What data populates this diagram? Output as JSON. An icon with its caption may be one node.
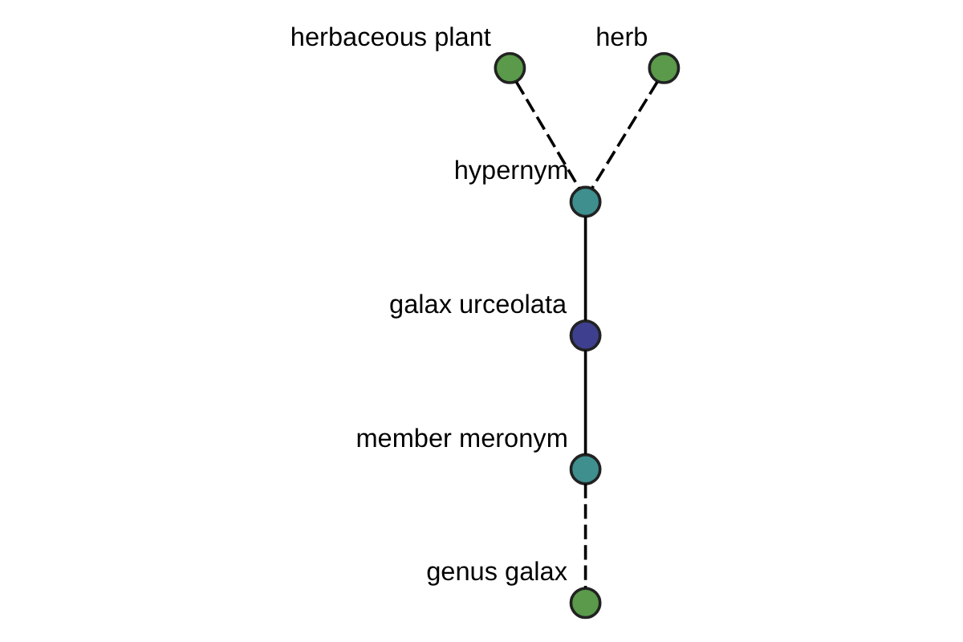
{
  "diagram": {
    "nodes": [
      {
        "text": [],
        "shape": "circle",
        "beside": [
          "herbaceous plant"
        ]
      },
      {
        "text": [],
        "shape": "circle",
        "beside": [
          "herb"
        ]
      },
      {
        "text": [],
        "shape": "circle",
        "beside": [
          "hypernym"
        ]
      },
      {
        "text": [],
        "shape": "circle",
        "beside": [
          "galax urceolata"
        ]
      },
      {
        "text": [],
        "shape": "circle",
        "beside": [
          "member meronym"
        ]
      },
      {
        "text": [],
        "shape": "circle",
        "beside": [
          "genus galax"
        ]
      }
    ],
    "edges": [
      {
        "from": 0,
        "to": 2,
        "arrow": "none",
        "style": "dashed"
      },
      {
        "from": 1,
        "to": 2,
        "arrow": "none",
        "style": "dashed"
      },
      {
        "from": 2,
        "to": 3,
        "arrow": "none"
      },
      {
        "from": 3,
        "to": 4,
        "arrow": "none"
      },
      {
        "from": 4,
        "to": 5,
        "arrow": "none",
        "style": "dashed"
      }
    ]
  }
}
